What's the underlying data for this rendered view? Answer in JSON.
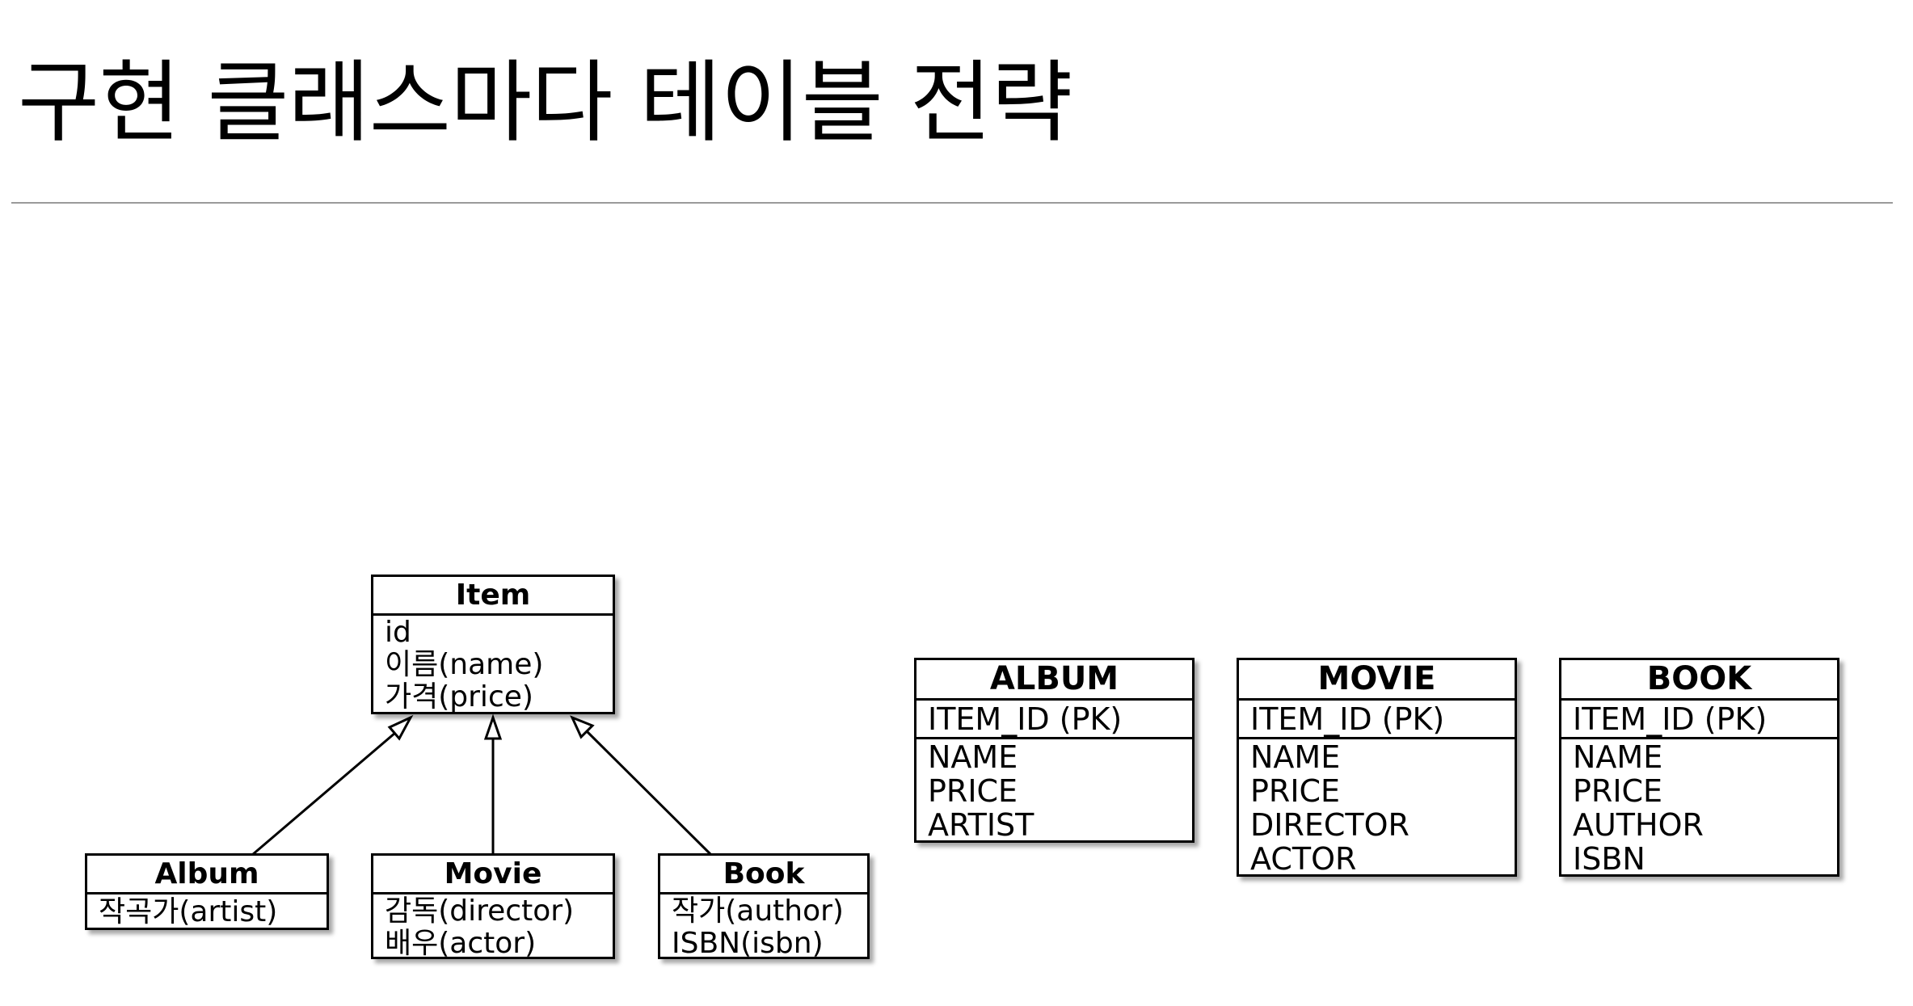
{
  "title": "구현 클래스마다 테이블 전략",
  "classes": {
    "item": {
      "name": "Item",
      "attrs": [
        "id",
        "이름(name)",
        "가격(price)"
      ]
    },
    "album": {
      "name": "Album",
      "attrs": [
        "작곡가(artist)"
      ]
    },
    "movie": {
      "name": "Movie",
      "attrs": [
        "감독(director)",
        "배우(actor)"
      ]
    },
    "book": {
      "name": "Book",
      "attrs": [
        "작가(author)",
        "ISBN(isbn)"
      ]
    }
  },
  "tables": {
    "album": {
      "name": "ALBUM",
      "pk": "ITEM_ID (PK)",
      "columns": [
        "NAME",
        "PRICE",
        "ARTIST"
      ]
    },
    "movie": {
      "name": "MOVIE",
      "pk": "ITEM_ID (PK)",
      "columns": [
        "NAME",
        "PRICE",
        "DIRECTOR",
        "ACTOR"
      ]
    },
    "book": {
      "name": "BOOK",
      "pk": "ITEM_ID (PK)",
      "columns": [
        "NAME",
        "PRICE",
        "AUTHOR",
        "ISBN"
      ]
    }
  }
}
